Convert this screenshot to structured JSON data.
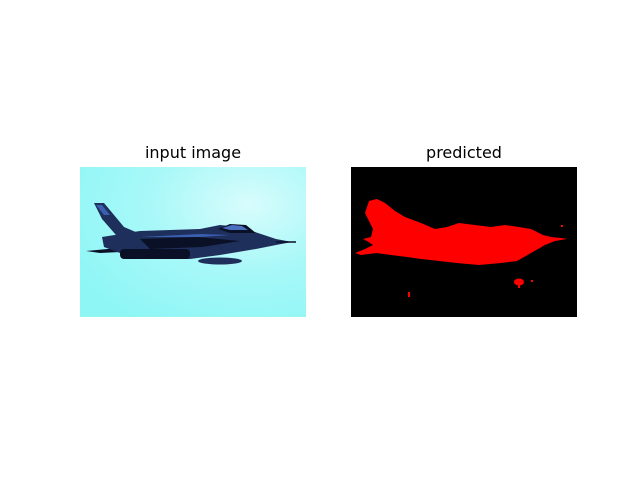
{
  "figure": {
    "background": "#ffffff",
    "panels": [
      {
        "title": "input image",
        "content": "photo of a fighter jet flying against a bright cyan sky",
        "colors": {
          "sky": "#8ff6f6",
          "sky_light": "#d8fcfc",
          "aircraft": "#1f2f5c",
          "aircraft_dark": "#0a1026",
          "aircraft_highlight": "#3a5fb0"
        }
      },
      {
        "title": "predicted",
        "content": "segmentation mask of the aircraft",
        "colors": {
          "background": "#000000",
          "mask": "#ff0000"
        }
      }
    ]
  }
}
